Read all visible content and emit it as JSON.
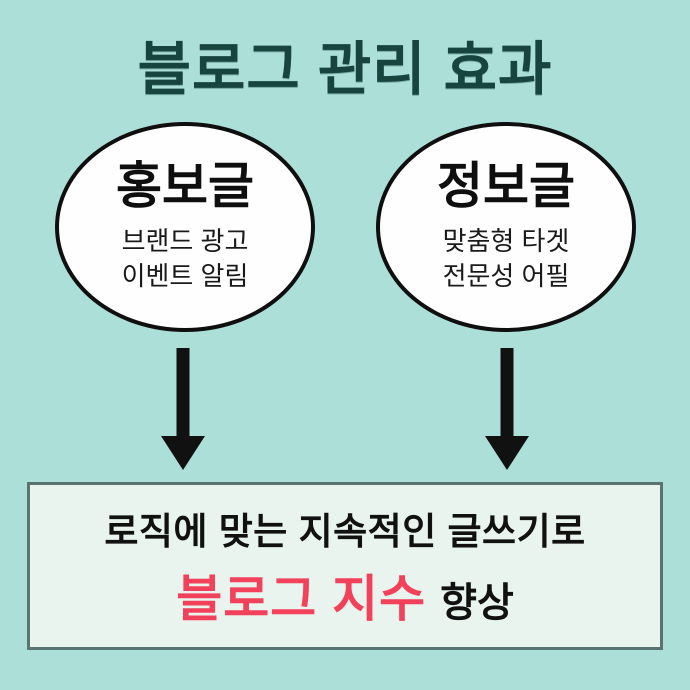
{
  "page": {
    "background_color": "#abdfd8",
    "kind": "infographic-diagram"
  },
  "title": {
    "text": "블로그 관리 효과",
    "color": "#17453e"
  },
  "nodes": [
    {
      "id": "promo-post",
      "title": "홍보글",
      "lines": [
        "브랜드 광고",
        "이벤트 알림"
      ],
      "fill": "#fefefe",
      "border_color": "#0f0f0f"
    },
    {
      "id": "info-post",
      "title": "정보글",
      "lines": [
        "맞춤형 타겟",
        "전문성 어필"
      ],
      "fill": "#fefefe",
      "border_color": "#0f0f0f"
    }
  ],
  "arrow": {
    "icon": "down-arrow-icon",
    "color": "#111111",
    "count": 2
  },
  "conclusion": {
    "line1": "로직에 맞는 지속적인 글쓰기로",
    "highlight": "블로그 지수",
    "suffix": "향상",
    "highlight_color": "#f2415a",
    "box_fill": "#e9f4ef",
    "box_border_color": "#587370"
  }
}
